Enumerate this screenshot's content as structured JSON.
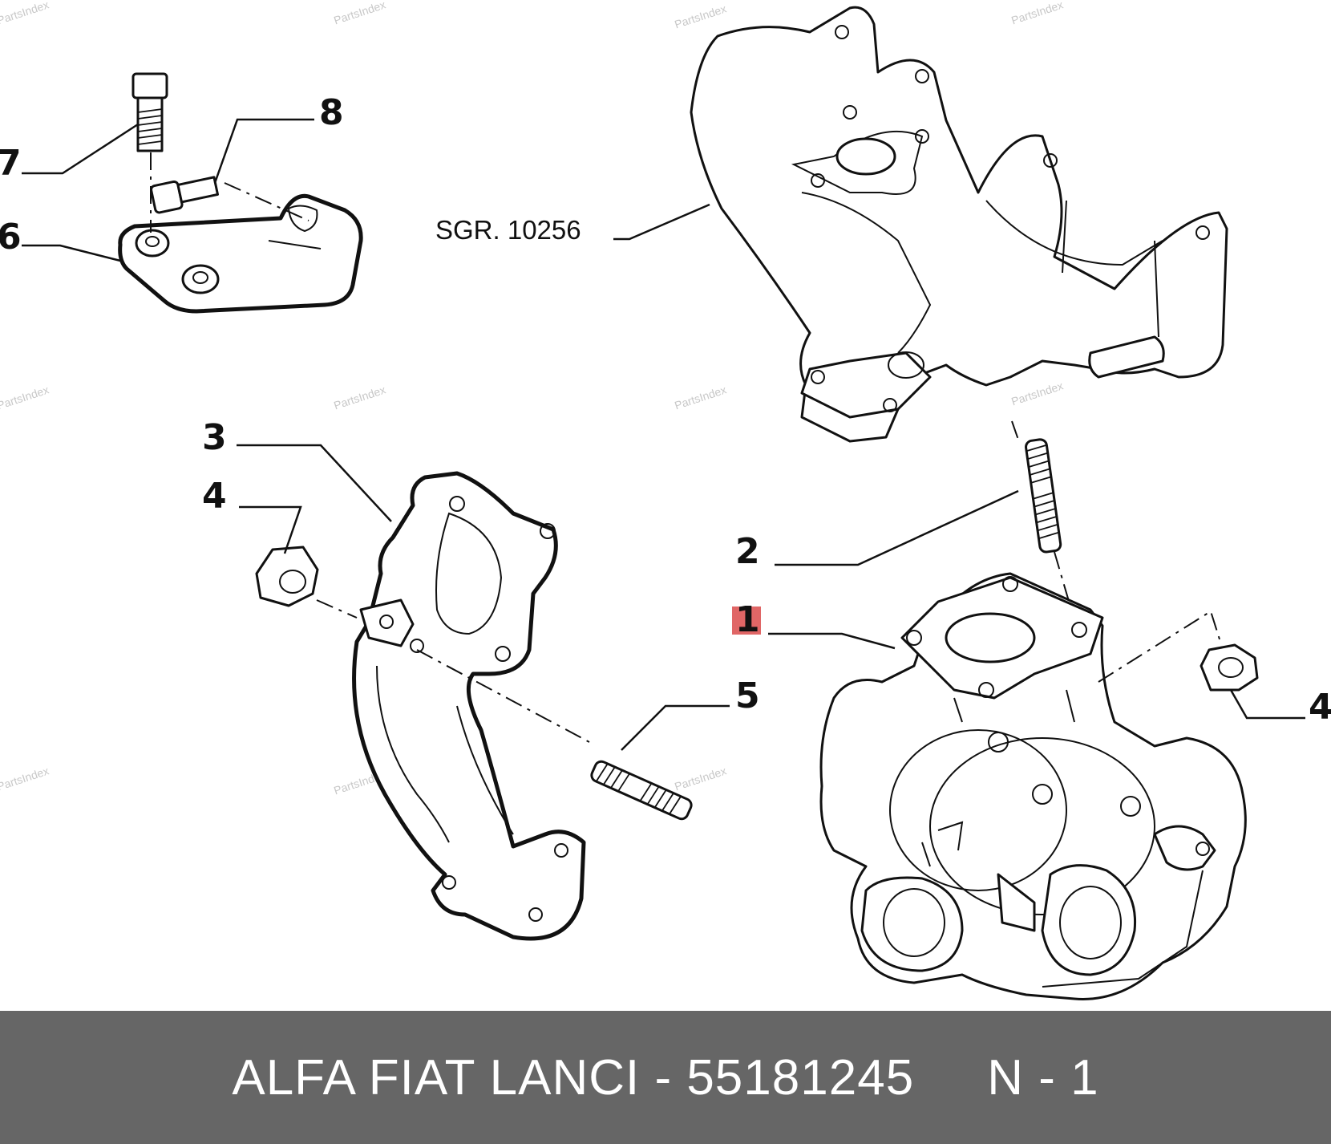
{
  "diagram": {
    "callouts": {
      "c1": "1",
      "c2": "2",
      "c3": "3",
      "c4a": "4",
      "c4b": "4",
      "c5": "5",
      "c6": "6",
      "c7": "7",
      "c8": "8"
    },
    "reference": "SGR. 10256",
    "highlight_color": "#e06666",
    "watermark": "PartsIndex"
  },
  "footer": {
    "text": "ALFA FIAT LANCI - 55181245     N - 1",
    "background": "#666666"
  }
}
